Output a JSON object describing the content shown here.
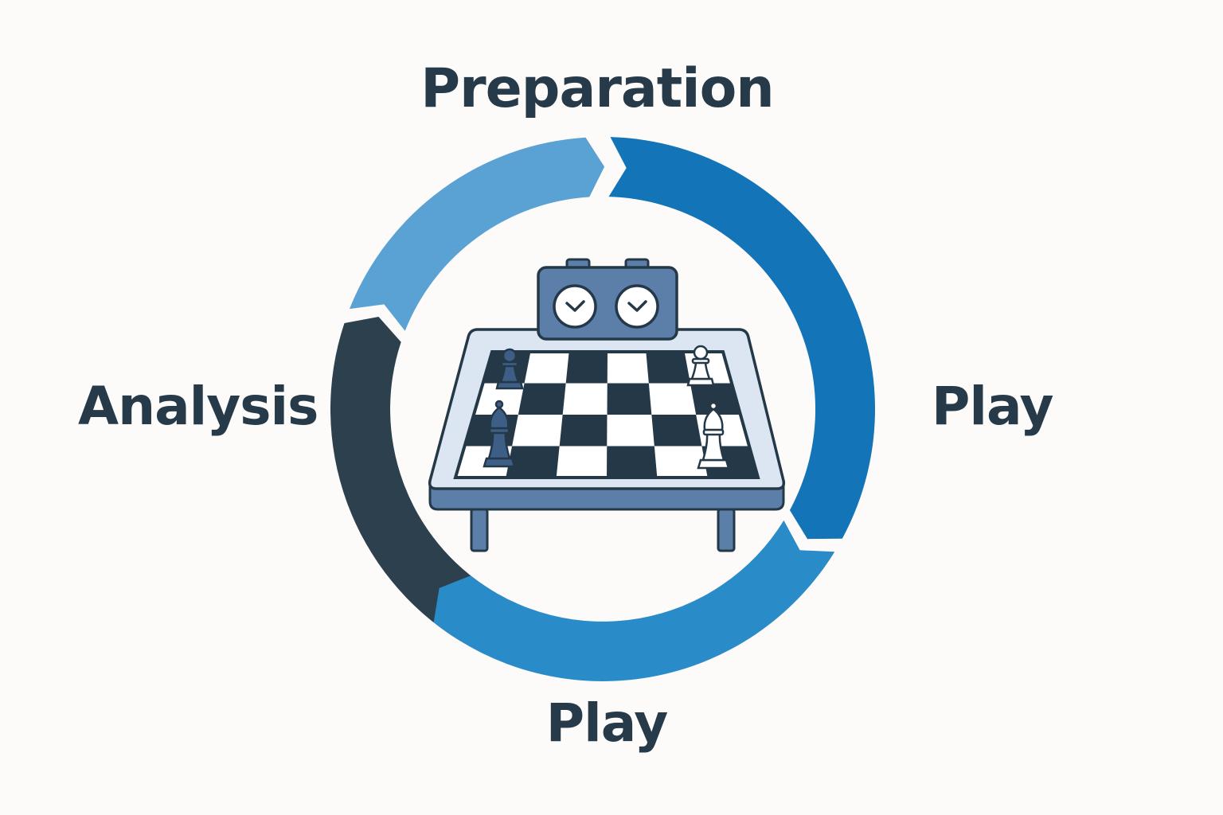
{
  "cycle": {
    "stages": [
      {
        "label": "Preparation",
        "color": "#5aa2d3"
      },
      {
        "label": "Play",
        "color": "#1374b7"
      },
      {
        "label": "Play",
        "color": "#2a8bc9"
      },
      {
        "label": "Analysis",
        "color": "#2d404e"
      }
    ]
  },
  "illustration": {
    "subject": "chess board on table with chess clock",
    "icons": [
      "chess-clock-icon",
      "chess-board-icon",
      "chess-pawn-icon",
      "chess-queen-icon",
      "chess-king-icon"
    ],
    "colors": {
      "outline": "#243848",
      "steel_blue": "#5b7fa8",
      "light_blue": "#dbe6f2",
      "dark_square": "#243848",
      "white_piece": "#ffffff",
      "black_piece": "#3d5f87"
    }
  }
}
